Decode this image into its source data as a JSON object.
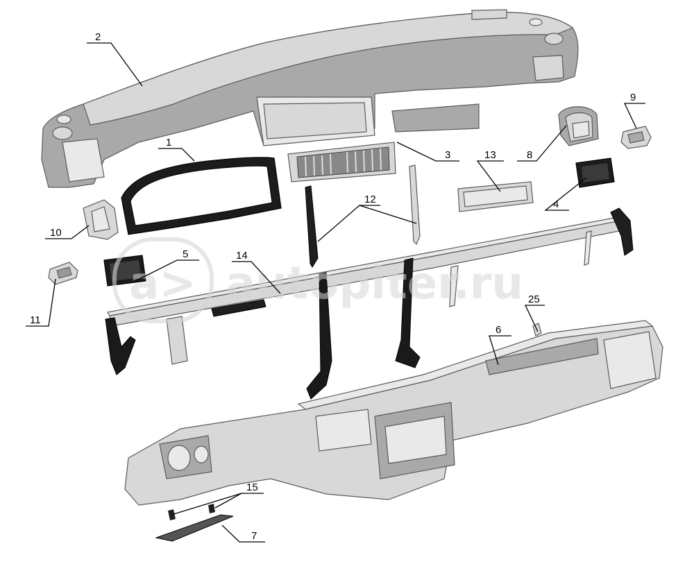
{
  "watermark": {
    "text": "autopiter.ru",
    "logo_glyph": "a>"
  },
  "callouts": [
    {
      "id": "1",
      "text": "1"
    },
    {
      "id": "2",
      "text": "2"
    },
    {
      "id": "3",
      "text": "3"
    },
    {
      "id": "4",
      "text": "4"
    },
    {
      "id": "5",
      "text": "5"
    },
    {
      "id": "6",
      "text": "6"
    },
    {
      "id": "7",
      "text": "7"
    },
    {
      "id": "8",
      "text": "8"
    },
    {
      "id": "9",
      "text": "9"
    },
    {
      "id": "10",
      "text": "10"
    },
    {
      "id": "11",
      "text": "11"
    },
    {
      "id": "12",
      "text": "12"
    },
    {
      "id": "13",
      "text": "13"
    },
    {
      "id": "14",
      "text": "14"
    },
    {
      "id": "15",
      "text": "15"
    },
    {
      "id": "25",
      "text": "25"
    }
  ]
}
